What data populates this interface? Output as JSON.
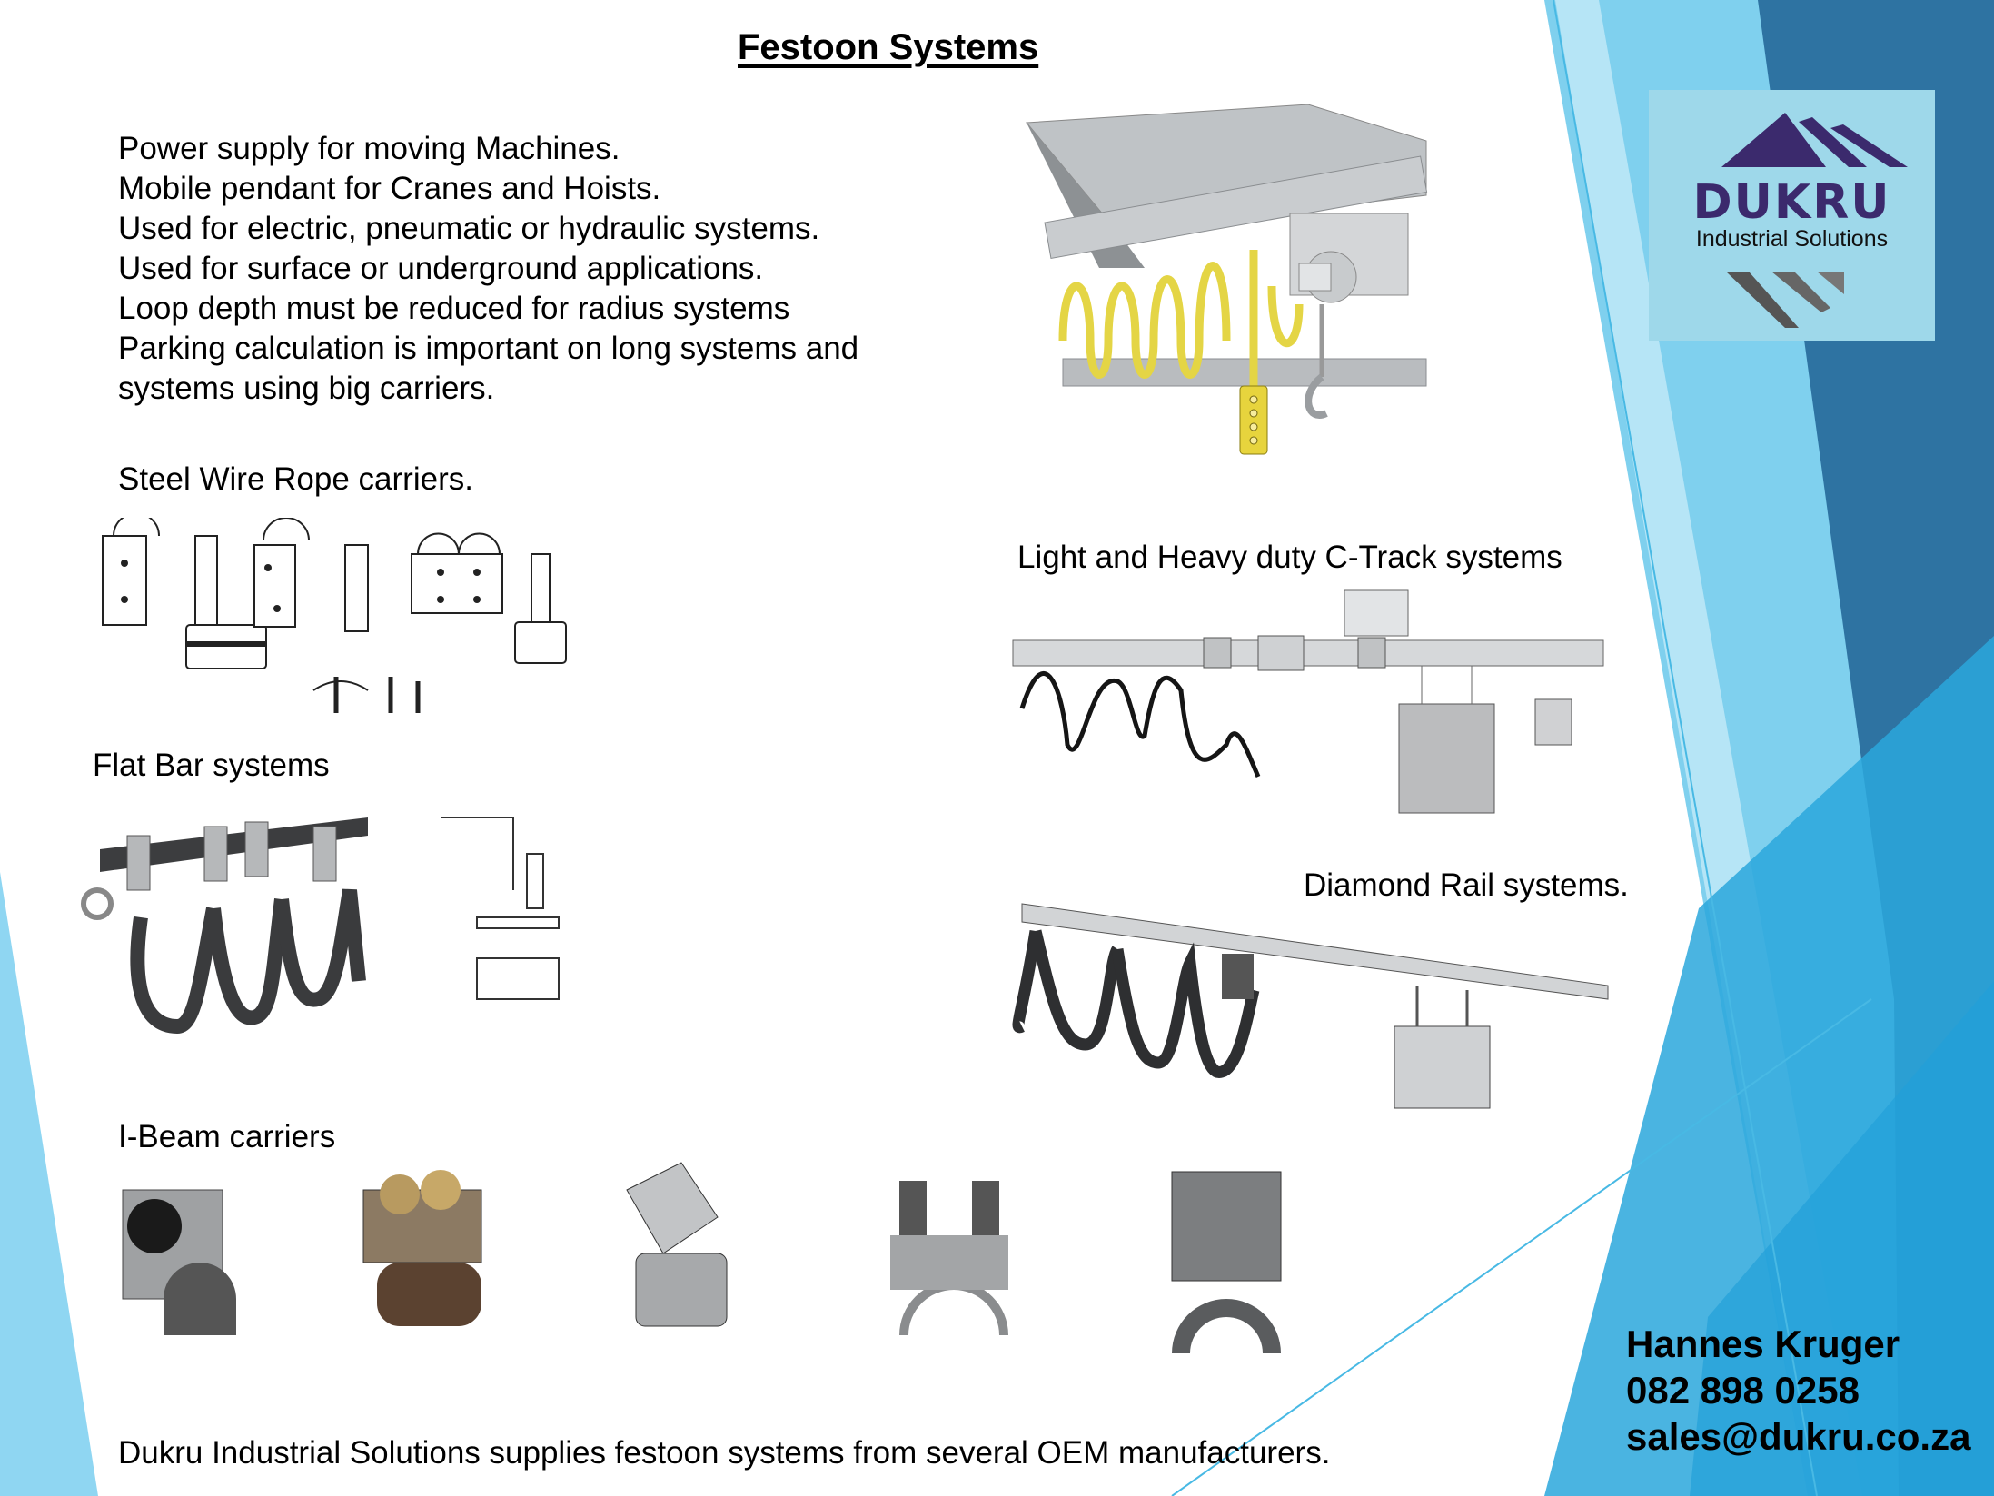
{
  "title": "Festoon Systems",
  "intro_lines": [
    "Power supply for moving Machines.",
    "Mobile pendant for Cranes and Hoists.",
    "Used for electric, pneumatic or hydraulic systems.",
    "Used for surface or underground applications.",
    "Loop depth must be reduced for radius systems",
    "Parking calculation is important on long systems and",
    "systems using big carriers."
  ],
  "sections": {
    "steel_wire": "Steel Wire Rope carriers.",
    "flat_bar": "Flat Bar systems",
    "c_track": "Light and Heavy duty C-Track systems",
    "diamond_rail": "Diamond Rail systems.",
    "i_beam": "I-Beam carriers"
  },
  "footer": "Dukru Industrial Solutions supplies festoon systems from several OEM manufacturers.",
  "logo": {
    "wordmark": "DUKRU",
    "tagline": "Industrial Solutions",
    "colors": {
      "box": "#9ed8ea",
      "wordmark": "#3b2a6d"
    }
  },
  "contact": {
    "name": "Hannes Kruger",
    "phone": "082 898 0258",
    "email": "sales@dukru.co.za"
  },
  "theme": {
    "light_blue": "#7fd0ee",
    "mid_blue": "#2aa7dc",
    "dark_blue": "#2c6e9e",
    "cable_yellow": "#e8d84a"
  }
}
